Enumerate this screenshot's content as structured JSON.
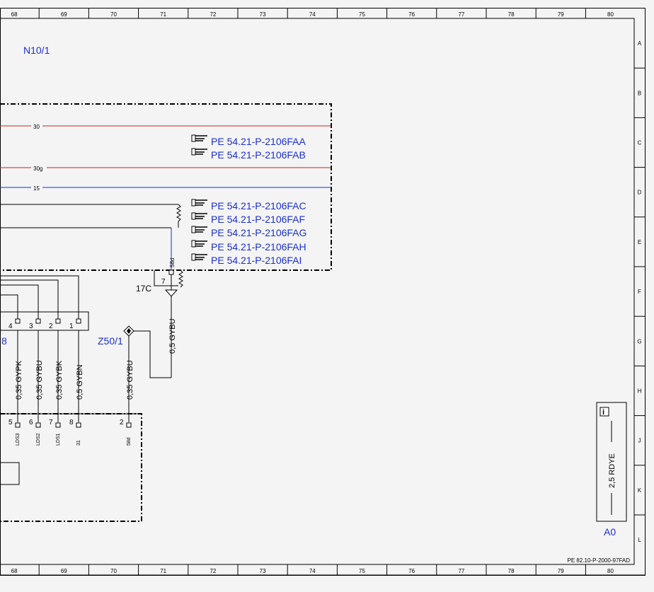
{
  "grid": {
    "columns": [
      "68",
      "69",
      "70",
      "71",
      "72",
      "73",
      "74",
      "75",
      "76",
      "77",
      "78",
      "79",
      "80"
    ],
    "rows": [
      "A",
      "B",
      "C",
      "D",
      "E",
      "F",
      "G",
      "H",
      "J",
      "K",
      "L"
    ]
  },
  "footer_ref": "PE 82.10-P-2000-97FAD",
  "components": {
    "n10": "N10/1",
    "z50": "Z50/1",
    "a0": "A0",
    "partial_8": "8",
    "connector_17c": "17C"
  },
  "wires": {
    "w30": "30",
    "w30g": "30g",
    "w15": "15",
    "vert_58d": "58d",
    "pin7": "7",
    "gybu_05": "0,5 GYBU",
    "rdye": "2,5 RDYE"
  },
  "xrefs": [
    "PE 54.21-P-2106FAA",
    "PE 54.21-P-2106FAB",
    "PE 54.21-P-2106FAC",
    "PE 54.21-P-2106FAF",
    "PE 54.21-P-2106FAG",
    "PE 54.21-P-2106FAH",
    "PE 54.21-P-2106FAI"
  ],
  "upper_pins": [
    "4",
    "3",
    "2",
    "1"
  ],
  "cables": [
    "0,35 GYPK",
    "0,35 GYBU",
    "0,35 GYBK",
    "0,5 GYBN",
    "0,35 GYBU"
  ],
  "lower_pins": [
    "5",
    "6",
    "7",
    "8",
    "2"
  ],
  "lower_signals": [
    "LDS3",
    "LDS2",
    "LDS1",
    "31",
    "58d"
  ],
  "colors": {
    "red": "#cc2222",
    "blue": "#1133cc",
    "label_blue": "#1a2fd0"
  },
  "icons": {
    "xref": "pointing-hand-icon",
    "info": "info-icon"
  }
}
